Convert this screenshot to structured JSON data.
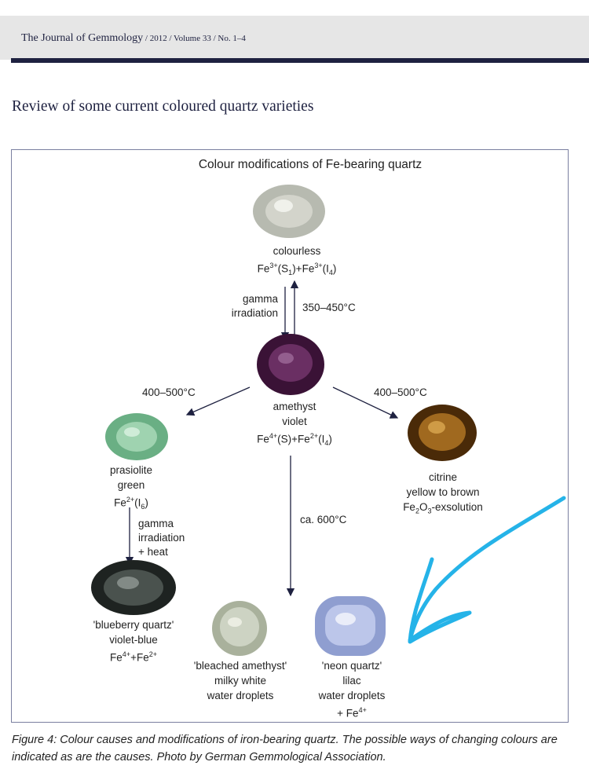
{
  "header": {
    "journal": "The Journal of Gemmology",
    "meta": " / 2012 / Volume 33 / No. 1–4"
  },
  "article_title": "Review of some current coloured quartz varieties",
  "figure": {
    "title": "Colour modifications of Fe-bearing quartz",
    "nodes": {
      "colourless": {
        "name": "colourless",
        "formula_parts": [
          "Fe",
          "3+",
          "(S",
          "1",
          ")+Fe",
          "3+",
          "(I",
          "4",
          ")"
        ]
      },
      "amethyst": {
        "name": "amethyst",
        "colour": "violet",
        "formula_parts": [
          "Fe",
          "4+",
          "(S)+Fe",
          "2+",
          "(I",
          "4",
          ")"
        ]
      },
      "prasiolite": {
        "name": "prasiolite",
        "colour": "green",
        "formula_parts": [
          "Fe",
          "2+",
          "(I",
          "6",
          ")"
        ]
      },
      "citrine": {
        "name": "citrine",
        "colour": "yellow to brown",
        "formula_parts": [
          "Fe",
          "2",
          "O",
          "3",
          "-exsolution"
        ]
      },
      "blueberry": {
        "name": "'blueberry quartz'",
        "colour": "violet-blue",
        "formula_parts": [
          "Fe",
          "4+",
          "+Fe",
          "2+"
        ]
      },
      "bleached": {
        "name": "'bleached amethyst'",
        "colour": "milky white",
        "note": "water droplets"
      },
      "neon": {
        "name": "'neon quartz'",
        "colour": "lilac",
        "note": "water droplets",
        "formula_parts": [
          "+ Fe",
          "4+"
        ]
      }
    },
    "processes": {
      "gamma_1": [
        "gamma",
        "irradiation"
      ],
      "heat_1": "350–450°C",
      "heat_left": "400–500°C",
      "heat_right": "400–500°C",
      "heat_600": "ca. 600°C",
      "gamma_2": [
        "gamma",
        "irradiation",
        "+ heat"
      ]
    },
    "gem_colours": {
      "colourless": "#b7bab0",
      "amethyst": "#4a1c44",
      "prasiolite": "#7fbf98",
      "citrine": "#6e4210",
      "blueberry": "#2e3432",
      "bleached": "#bfc6b4",
      "neon": "#a8b4d8"
    },
    "annotation_color": "#25b3e8"
  },
  "caption": "Figure 4: Colour causes and modifications of iron-bearing quartz. The possible ways of changing colours are indicated as are the causes. Photo by German Gemmological Association."
}
